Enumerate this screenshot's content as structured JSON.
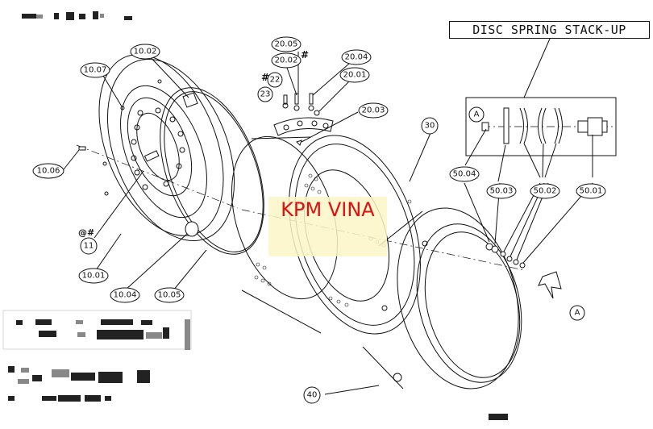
{
  "title": "DISC SPRING STACK-UP",
  "watermark": "KPM VINA",
  "section_label": "A",
  "view_arrow_label": "A",
  "balloons": [
    {
      "id": "b-10-02",
      "text": "10.02"
    },
    {
      "id": "b-10-07",
      "text": "10.07"
    },
    {
      "id": "b-10-06",
      "text": "10.06"
    },
    {
      "id": "b-11",
      "text": "11"
    },
    {
      "id": "b-10-01",
      "text": "10.01"
    },
    {
      "id": "b-10-04",
      "text": "10.04"
    },
    {
      "id": "b-10-05",
      "text": "10.05"
    },
    {
      "id": "b-20-05",
      "text": "20.05"
    },
    {
      "id": "b-20-02",
      "text": "20.02"
    },
    {
      "id": "b-22",
      "text": "22"
    },
    {
      "id": "b-23",
      "text": "23"
    },
    {
      "id": "b-20-04",
      "text": "20.04"
    },
    {
      "id": "b-20-01",
      "text": "20.01"
    },
    {
      "id": "b-20-03",
      "text": "20.03"
    },
    {
      "id": "b-30",
      "text": "30"
    },
    {
      "id": "b-50-04",
      "text": "50.04"
    },
    {
      "id": "b-50-03",
      "text": "50.03"
    },
    {
      "id": "b-50-02",
      "text": "50.02"
    },
    {
      "id": "b-50-01",
      "text": "50.01"
    },
    {
      "id": "b-40",
      "text": "40"
    }
  ],
  "marks": {
    "hash_22": "#",
    "hash_2002": "#",
    "hash_11": "@#"
  }
}
